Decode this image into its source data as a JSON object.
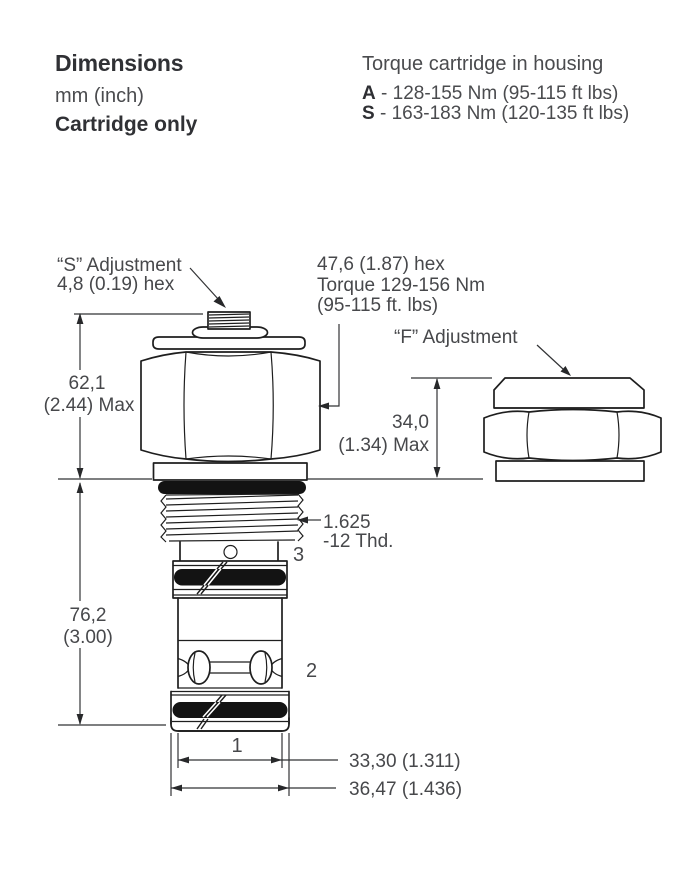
{
  "header": {
    "left": {
      "title": "Dimensions",
      "units": "mm (inch)",
      "note": "Cartridge only"
    },
    "right": {
      "title": "Torque cartridge in housing",
      "rows": [
        {
          "key": "A",
          "value": "- 128-155 Nm (95-115 ft lbs)"
        },
        {
          "key": "S",
          "value": "- 163-183 Nm (120-135 ft lbs)"
        }
      ]
    }
  },
  "drawing": {
    "labels": {
      "s_adjustment_1": "“S” Adjustment",
      "s_adjustment_2": "4,8 (0.19) hex",
      "hex_torque_1": "47,6 (1.87) hex",
      "hex_torque_2": "Torque 129-156 Nm",
      "hex_torque_3": "(95-115 ft. lbs)",
      "f_adjustment": "“F” Adjustment",
      "height_upper_1": "62,1",
      "height_upper_2": "(2.44) Max",
      "height_f_1": "34,0",
      "height_f_2": "(1.34) Max",
      "height_lower_1": "76,2",
      "height_lower_2": "(3.00)",
      "thread_1": "1.625",
      "thread_2": "-12 Thd.",
      "port_3": "3",
      "port_2": "2",
      "port_1": "1",
      "dia_inner": "33,30 (1.311)",
      "dia_outer": "36,47 (1.436)"
    },
    "colors": {
      "line": "#1e1e1e",
      "text": "#47484b",
      "seal": "#131313",
      "background": "#ffffff"
    }
  }
}
